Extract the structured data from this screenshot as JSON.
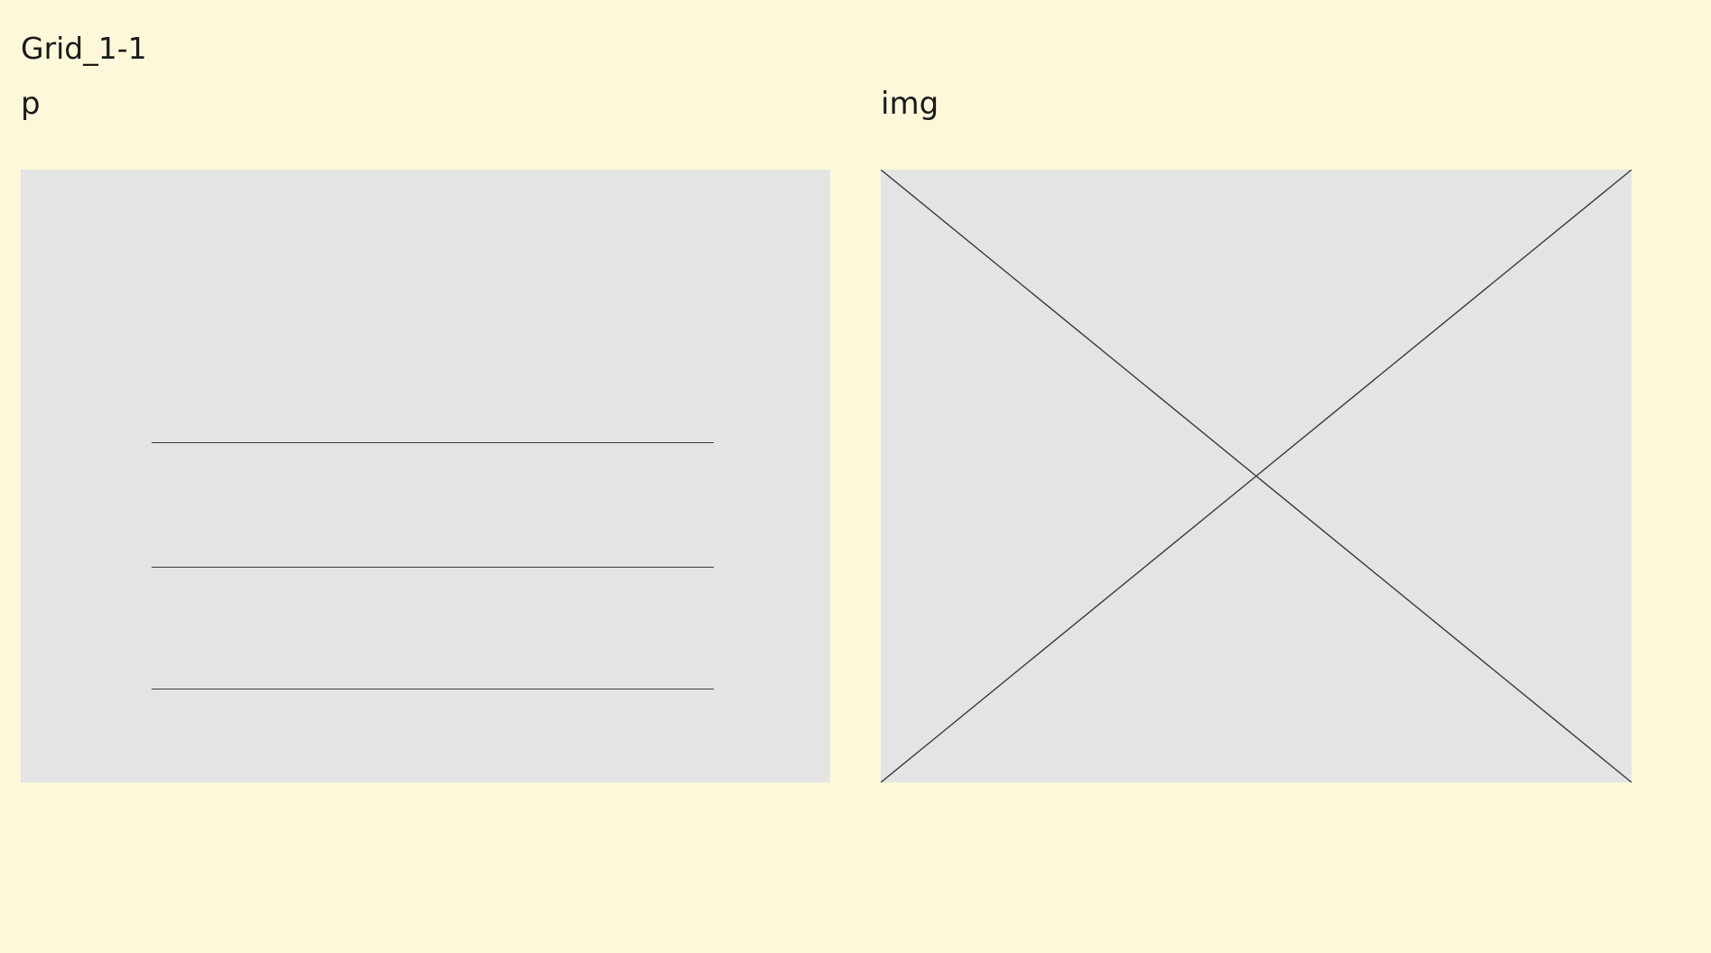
{
  "frame": {
    "title": "Grid_1-1"
  },
  "columns": [
    {
      "label": "p",
      "kind": "paragraph-placeholder",
      "lines": 3
    },
    {
      "label": "img",
      "kind": "image-placeholder"
    }
  ],
  "colors": {
    "background": "#fdf8d9",
    "placeholder_fill": "#e4e4e4",
    "stroke": "#3a3a3a",
    "text": "#1a1a1a"
  }
}
